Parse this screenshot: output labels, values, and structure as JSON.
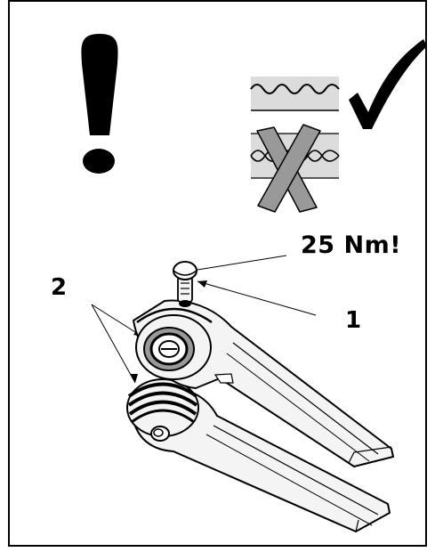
{
  "labels": {
    "torque": "25 Nm!",
    "part_1": "1",
    "part_2": "2"
  },
  "icons": {
    "warning": "exclamation-icon",
    "correct": "checkmark-icon",
    "incorrect": "cross-icon"
  },
  "colors": {
    "ink": "#000000",
    "mark_fill": "#999999",
    "band_fill": "#dcdcdc",
    "part_fill": "#f4f4f4"
  }
}
